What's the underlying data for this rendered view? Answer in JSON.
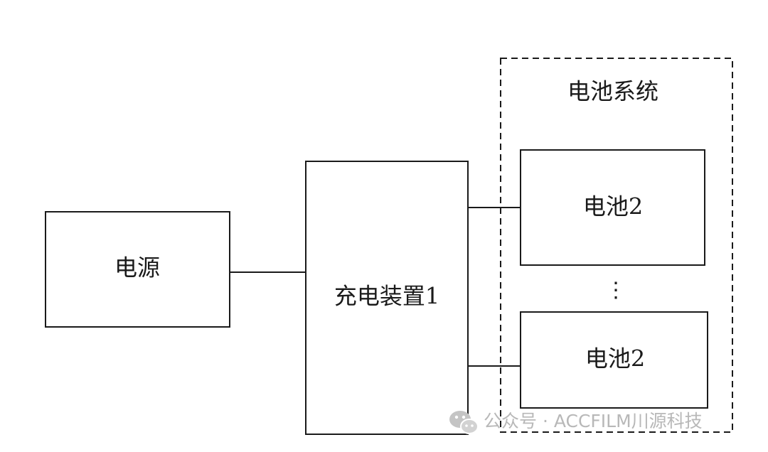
{
  "nodes": {
    "power_source": "电源",
    "charger": "充电装置1",
    "battery_system": "电池系统",
    "battery_top": "电池2",
    "battery_bottom": "电池2",
    "ellipsis": "⋮"
  },
  "watermark": {
    "text": "公众号 · ACCFILM川源科技",
    "icon": "wechat-icon"
  },
  "colors": {
    "stroke": "#1a1a1a",
    "watermark": "#b8b8b8"
  }
}
